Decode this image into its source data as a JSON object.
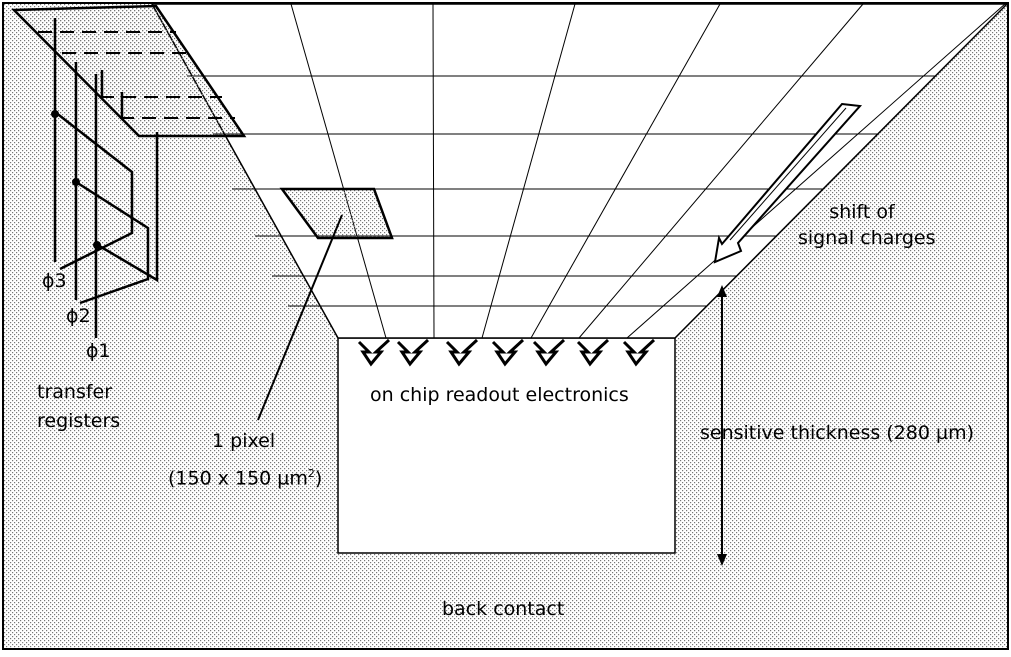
{
  "diagram": {
    "labels": {
      "shift_line1": "shift of",
      "shift_line2": "signal charges",
      "phi3": "ϕ3",
      "phi2": "ϕ2",
      "phi1": "ϕ1",
      "transfer_line1": "transfer",
      "transfer_line2": "registers",
      "readout": "on chip readout electronics",
      "thickness": "sensitive thickness (280 µm)",
      "pixel_line1": "1 pixel",
      "pixel_line2": "(150 x 150 µm",
      "pixel_sup": "2",
      "pixel_close": ")",
      "back_contact": "back contact"
    },
    "colors": {
      "stroke": "#000000",
      "stipple": "#777777",
      "background": "#ffffff"
    }
  }
}
